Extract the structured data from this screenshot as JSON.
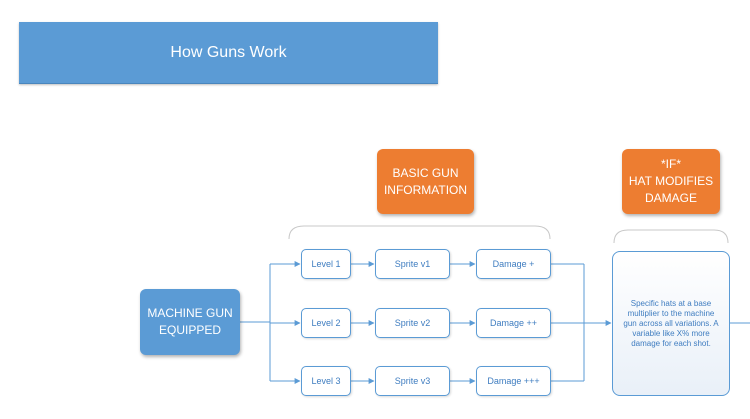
{
  "title": "How Guns Work",
  "basic_gun_info": {
    "line1": "BASIC GUN",
    "line2": "INFORMATION"
  },
  "hat_modifies": {
    "line1": "*IF*",
    "line2": "HAT MODIFIES",
    "line3": "DAMAGE"
  },
  "machine_gun": {
    "line1": "MACHINE GUN",
    "line2": "EQUIPPED"
  },
  "rows": [
    {
      "level": "Level 1",
      "sprite": "Sprite v1",
      "damage": "Damage +"
    },
    {
      "level": "Level 2",
      "sprite": "Sprite v2",
      "damage": "Damage ++"
    },
    {
      "level": "Level 3",
      "sprite": "Sprite v3",
      "damage": "Damage +++"
    }
  ],
  "hat_description": "Specific hats at a base multiplier to the machine gun across all variations. A variable like X% more damage for each shot.",
  "colors": {
    "blue": "#5b9bd5",
    "orange": "#ed7d31",
    "node_text": "#3f7dc0",
    "bracket": "#c8c8c8"
  }
}
